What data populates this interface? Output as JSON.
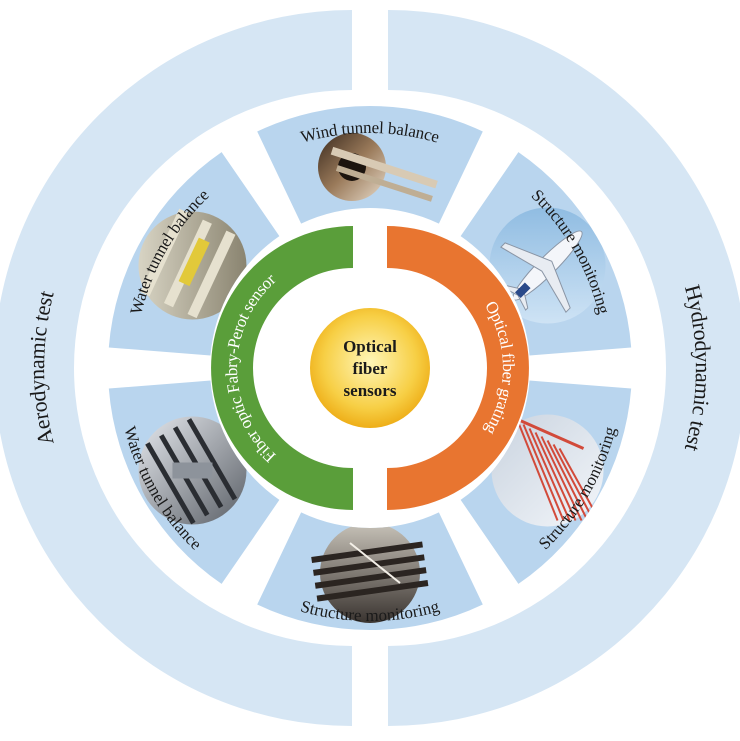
{
  "center": {
    "lines": [
      "Optical",
      "fiber",
      "sensors"
    ]
  },
  "inner_ring": {
    "left_label": "Fiber optic Fabry-Perot sensor",
    "right_label": "Optical fiber grating"
  },
  "outer_ring": {
    "left_label": "Aerodynamic test",
    "right_label": "Hydrodynamic test"
  },
  "segments": [
    {
      "label": "Wind tunnel balance",
      "photo_icon": "wind-tunnel-photo"
    },
    {
      "label": "Structure monitoring",
      "photo_icon": "airplane-photo"
    },
    {
      "label": "Structure monitoring",
      "photo_icon": "ship-hull-photo"
    },
    {
      "label": "Structure monitoring",
      "photo_icon": "pipe-structure-photo"
    },
    {
      "label": "Water tunnel balance",
      "photo_icon": "water-tunnel-rig-photo"
    },
    {
      "label": "Water tunnel balance",
      "photo_icon": "water-tunnel-balance-photo"
    }
  ],
  "colors": {
    "outer_ring": "#d6e6f4",
    "segment_bg": "#b9d5ee",
    "green_ring": "#5a9e3a",
    "orange_ring": "#e87530",
    "center_inner": "#fff3a0",
    "center_outer": "#f2b81e",
    "text": "#1a1a1a",
    "inner_text": "#ffffff"
  }
}
